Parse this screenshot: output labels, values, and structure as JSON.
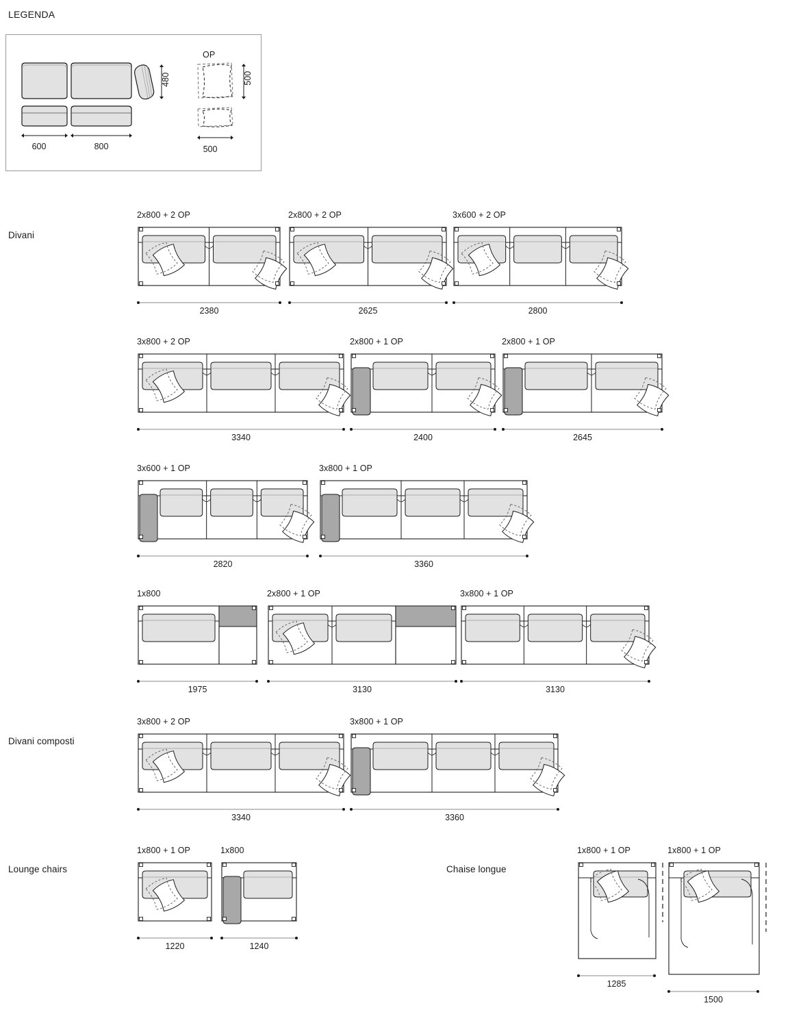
{
  "legend": {
    "title": "LEGENDA",
    "op_label": "OP",
    "dims": {
      "w600": "600",
      "w800": "800",
      "h480": "480",
      "op_h500": "500",
      "op_w500": "500"
    }
  },
  "sections": [
    {
      "key": "divani",
      "label": "Divani"
    },
    {
      "key": "divani_composti",
      "label": "Divani composti"
    },
    {
      "key": "lounge_chairs",
      "label": "Lounge chairs"
    },
    {
      "key": "chaise_longue",
      "label": "Chaise longue"
    }
  ],
  "divani": {
    "row1": [
      {
        "config": "2x800 + 2 OP",
        "width": "2380",
        "seats": 2,
        "op_left": true,
        "op_right": true,
        "arm_left": false,
        "arm_right": false,
        "chaise": null,
        "px": 207
      },
      {
        "config": "2x800 + 2 OP",
        "width": "2625",
        "seats": 2,
        "op_left": true,
        "op_right": true,
        "arm_left": false,
        "arm_right": false,
        "chaise": null,
        "px": 229
      },
      {
        "config": "3x600 + 2 OP",
        "width": "2800",
        "seats": 3,
        "op_left": true,
        "op_right": true,
        "arm_left": false,
        "arm_right": false,
        "chaise": null,
        "px": 245
      }
    ],
    "row2": [
      {
        "config": "3x800 + 2 OP",
        "width": "3340",
        "seats": 3,
        "op_left": true,
        "op_right": true,
        "arm_left": false,
        "arm_right": false,
        "chaise": null,
        "px": 300
      },
      {
        "config": "2x800 + 1 OP",
        "width": "2400",
        "seats": 2,
        "op_left": false,
        "op_right": true,
        "arm_left": true,
        "arm_right": false,
        "chaise": null,
        "px": 210
      },
      {
        "config": "2x800 + 1 OP",
        "width": "2645",
        "seats": 2,
        "op_left": false,
        "op_right": true,
        "arm_left": true,
        "arm_right": false,
        "chaise": null,
        "px": 232
      }
    ],
    "row3": [
      {
        "config": "3x600 + 1 OP",
        "width": "2820",
        "seats": 3,
        "op_left": false,
        "op_right": true,
        "arm_left": true,
        "arm_right": false,
        "chaise": null,
        "px": 247
      },
      {
        "config": "3x800 + 1 OP",
        "width": "3360",
        "seats": 3,
        "op_left": false,
        "op_right": true,
        "arm_left": true,
        "arm_right": false,
        "chaise": null,
        "px": 302
      }
    ],
    "row4": [
      {
        "config": "1x800",
        "width": "1975",
        "seats": 1,
        "op_left": false,
        "op_right": false,
        "arm_left": false,
        "arm_right": false,
        "chaise": "right",
        "px": 173
      },
      {
        "config": "2x800 + 1 OP",
        "width": "3130",
        "seats": 2,
        "op_left": true,
        "op_right": false,
        "arm_left": false,
        "arm_right": false,
        "chaise": "right",
        "px": 274
      },
      {
        "config": "3x800 + 1 OP",
        "width": "3130",
        "seats": 3,
        "op_left": false,
        "op_right": true,
        "arm_left": false,
        "arm_right": false,
        "chaise": null,
        "px": 274
      }
    ]
  },
  "divani_composti": {
    "row1": [
      {
        "config": "3x800 + 2 OP",
        "width": "3340",
        "seats": 3,
        "op_left": true,
        "op_right": true,
        "arm_left": false,
        "arm_right": false,
        "chaise": null,
        "px": 300
      },
      {
        "config": "3x800 + 1 OP",
        "width": "3360",
        "seats": 3,
        "op_left": false,
        "op_right": true,
        "arm_left": true,
        "arm_right": false,
        "chaise": null,
        "px": 302
      }
    ]
  },
  "lounge_chairs": {
    "row1": [
      {
        "config": "1x800 + 1 OP",
        "width": "1220",
        "seats": 1,
        "op_left": true,
        "op_right": false,
        "arm_left": false,
        "arm_right": false,
        "chaise": null,
        "px": 107
      },
      {
        "config": "1x800",
        "width": "1240",
        "seats": 1,
        "op_left": false,
        "op_right": false,
        "arm_left": true,
        "arm_right": false,
        "chaise": null,
        "px": 109
      }
    ]
  },
  "chaise_longue": {
    "row1": [
      {
        "config": "1x800 + 1 OP",
        "width": "1285",
        "seats": 1,
        "op_left": true,
        "deep": true,
        "px": 113,
        "depth": 140
      },
      {
        "config": "1x800 + 1 OP",
        "width": "1500",
        "seats": 1,
        "op_left": true,
        "deep": true,
        "px": 132,
        "depth": 163
      }
    ]
  },
  "colors": {
    "outline": "#1a1a1a",
    "cushion_fill": "#e2e2e2",
    "arm_fill": "#a8a8a8",
    "chaise_fill": "#a8a8a8",
    "dim_line": "#8a8a8a",
    "legend_border": "#9a9a9a"
  }
}
